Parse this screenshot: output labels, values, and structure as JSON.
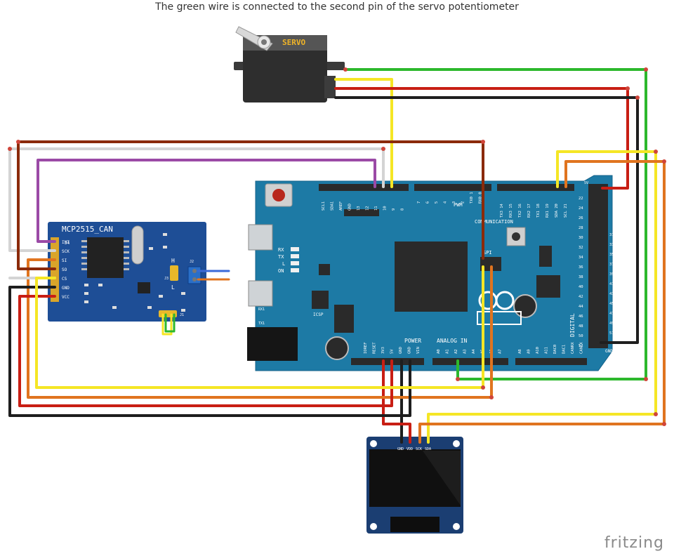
{
  "caption": "The green wire is connected to the second pin of the servo potentiometer",
  "watermark": "fritzing",
  "servo": {
    "label": "SERVO"
  },
  "can": {
    "title": "MCP2515_CAN",
    "pins": [
      "INT",
      "SCK",
      "SI",
      "SO",
      "CS",
      "GND",
      "VCC"
    ],
    "j4": "J4",
    "j2": "J2",
    "j3": "J3",
    "j1": "J1",
    "h": "H",
    "l": "L"
  },
  "arduino": {
    "pwm": "PWM",
    "communication": "COMMUNICATION",
    "digital": "DIGITAL",
    "spi": "SPI",
    "power": "POWER",
    "analog_in": "ANALOG IN",
    "icsp": "ICSP",
    "rx": "RX",
    "tx": "TX",
    "l": "L",
    "on": "ON",
    "rx1": "RX1",
    "tx1": "TX1",
    "five_v": "5V",
    "gnd": "GND",
    "top_left_pins": [
      "SCL1",
      "SDA1",
      "AREF",
      "GND",
      "13",
      "12",
      "11",
      "10",
      "9",
      "8"
    ],
    "top_mid_pins": [
      "7",
      "6",
      "5",
      "4",
      "3",
      "2",
      "TX0 1",
      "RX0 0"
    ],
    "top_right_pins": [
      "TX3 14",
      "RX3 15",
      "TX2 16",
      "RX2 17",
      "TX1 18",
      "RX1 19",
      "SDA 20",
      "SCL 21"
    ],
    "right_odd": [
      "31",
      "33",
      "35",
      "37",
      "39",
      "41",
      "43",
      "45",
      "47",
      "49",
      "51",
      "53"
    ],
    "right_even": [
      "22",
      "24",
      "26",
      "28",
      "30",
      "32",
      "34",
      "36",
      "38",
      "40",
      "42",
      "44",
      "46",
      "48",
      "50",
      "52"
    ],
    "power_pins": [
      "IOREF",
      "RESET",
      "3V3",
      "5V",
      "GND",
      "GND",
      "VIN"
    ],
    "analog_pins": [
      "A0",
      "A1",
      "A2",
      "A3",
      "A4",
      "A5",
      "A6",
      "A7"
    ],
    "analog2_pins": [
      "A8",
      "A9",
      "A10",
      "A11",
      "DAC0",
      "DAC1",
      "CANRX",
      "CANTX"
    ]
  },
  "oled": {
    "pins": [
      "GND",
      "VDD",
      "SCK",
      "SDA"
    ]
  },
  "colors": {
    "green": "#2db82d",
    "yellow": "#f5e625",
    "red": "#c81e14",
    "black": "#1e1e1e",
    "orange": "#e0741f",
    "brown": "#8b2a0a",
    "purple": "#9b4aa6",
    "white": "#d4d4d4",
    "board": "#1d7aa5",
    "can_board": "#1e4e96"
  }
}
